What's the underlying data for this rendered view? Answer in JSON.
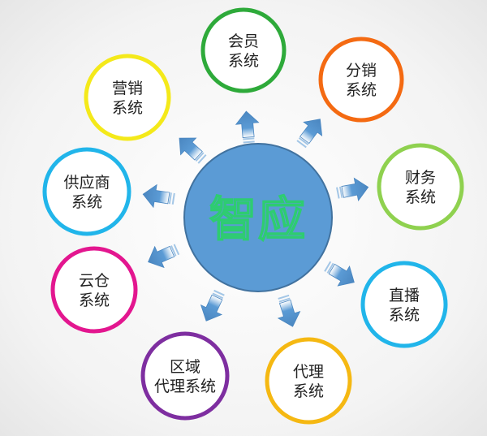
{
  "center": {
    "label": "智应",
    "fill_color": "#5b9bd5",
    "stroke_color": "#41729f",
    "text_color": "#2ecc71"
  },
  "arrow_color": "#5b9bd5",
  "nodes": [
    {
      "id": "member",
      "lines": [
        "会员",
        "系统"
      ],
      "color": "#2eaa3a"
    },
    {
      "id": "distribution",
      "lines": [
        "分销",
        "系统"
      ],
      "color": "#f46a12"
    },
    {
      "id": "finance",
      "lines": [
        "财务",
        "系统"
      ],
      "color": "#8fd14f"
    },
    {
      "id": "livestream",
      "lines": [
        "直播",
        "系统"
      ],
      "color": "#21b5ea"
    },
    {
      "id": "agency",
      "lines": [
        "代理",
        "系统"
      ],
      "color": "#f5b812"
    },
    {
      "id": "regional",
      "lines": [
        "区域",
        "代理系统"
      ],
      "color": "#7e2ea0"
    },
    {
      "id": "cloud",
      "lines": [
        "云仓",
        "系统"
      ],
      "color": "#e3168f"
    },
    {
      "id": "supplier",
      "lines": [
        "供应商",
        "系统"
      ],
      "color": "#21b5ea"
    },
    {
      "id": "marketing",
      "lines": [
        "营销",
        "系统"
      ],
      "color": "#f4e91a"
    }
  ]
}
